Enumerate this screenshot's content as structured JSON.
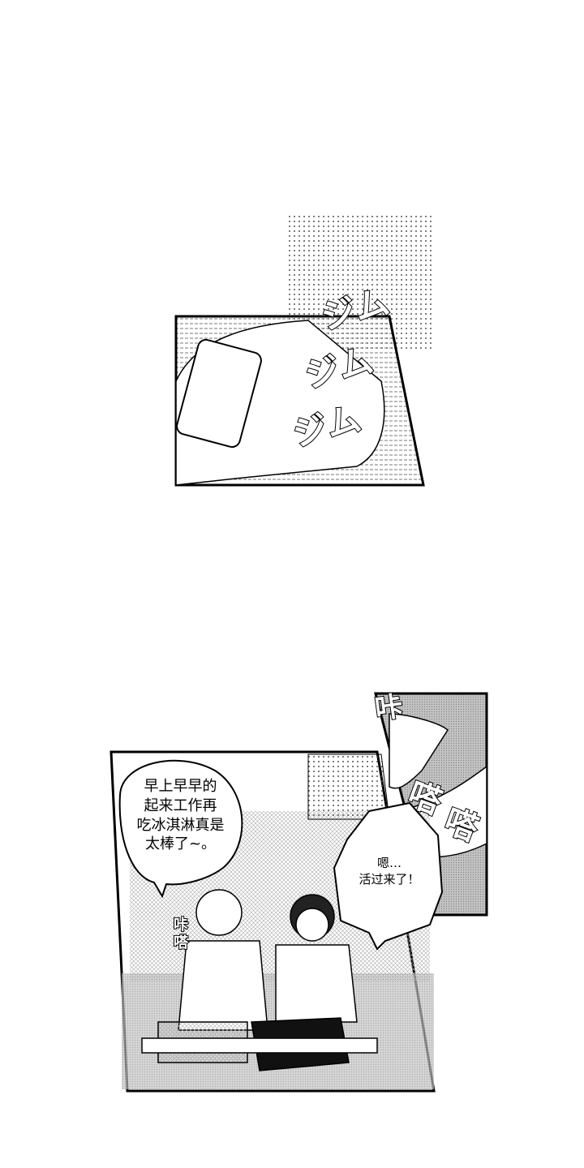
{
  "panel1": {
    "sfx": [
      "ジム",
      "ジム",
      "ジム"
    ]
  },
  "panel2": {
    "bubble_left": [
      "早上早早的",
      "起来工作再",
      "吃冰淇淋真是",
      "太棒了~。"
    ],
    "sfx_small": [
      "咔",
      "嗒"
    ],
    "bubble_right": [
      "嗯…",
      "活过来了！"
    ]
  },
  "panel3": {
    "sfx_top": "咔",
    "sfx_bottom": [
      "嗒",
      "嗒"
    ]
  },
  "colors": {
    "ink": "#000000",
    "paper": "#ffffff",
    "tone": "#bdbdbd"
  }
}
